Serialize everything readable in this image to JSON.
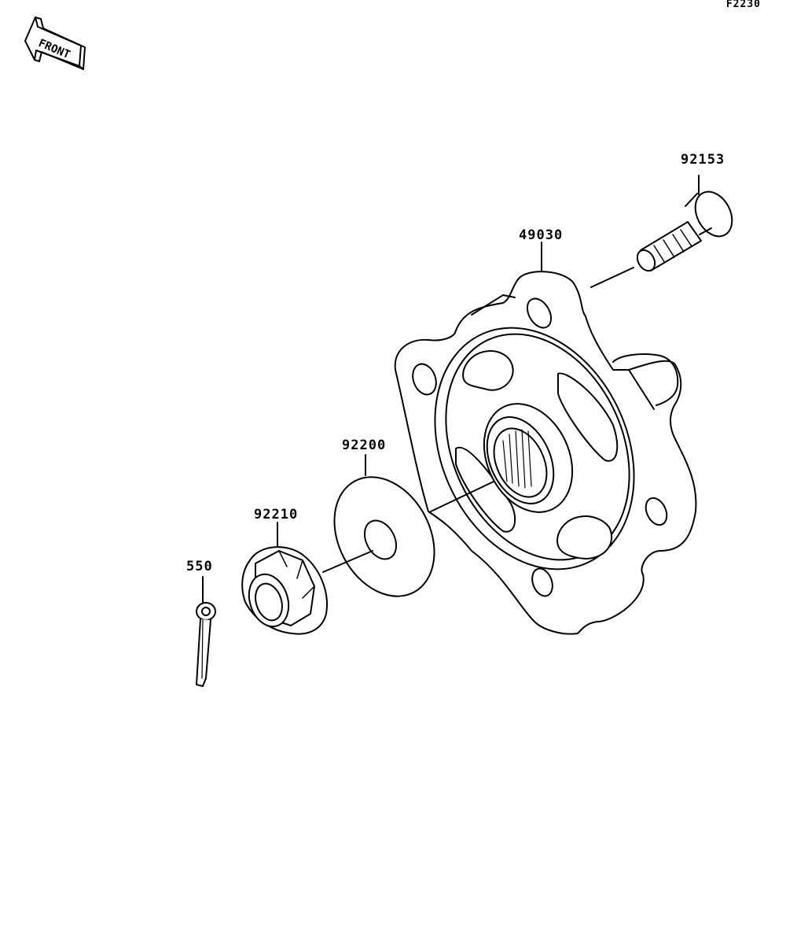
{
  "figure": {
    "id": "F2230"
  },
  "orientation": {
    "label": "FRONT"
  },
  "parts": [
    {
      "number": "92153",
      "name": "hub-stud"
    },
    {
      "number": "49030",
      "name": "wheel-hub"
    },
    {
      "number": "92200",
      "name": "washer"
    },
    {
      "number": "92210",
      "name": "flange-nut"
    },
    {
      "number": "550",
      "name": "cotter-pin"
    }
  ],
  "colors": {
    "line": "#000000",
    "background": "#ffffff"
  }
}
